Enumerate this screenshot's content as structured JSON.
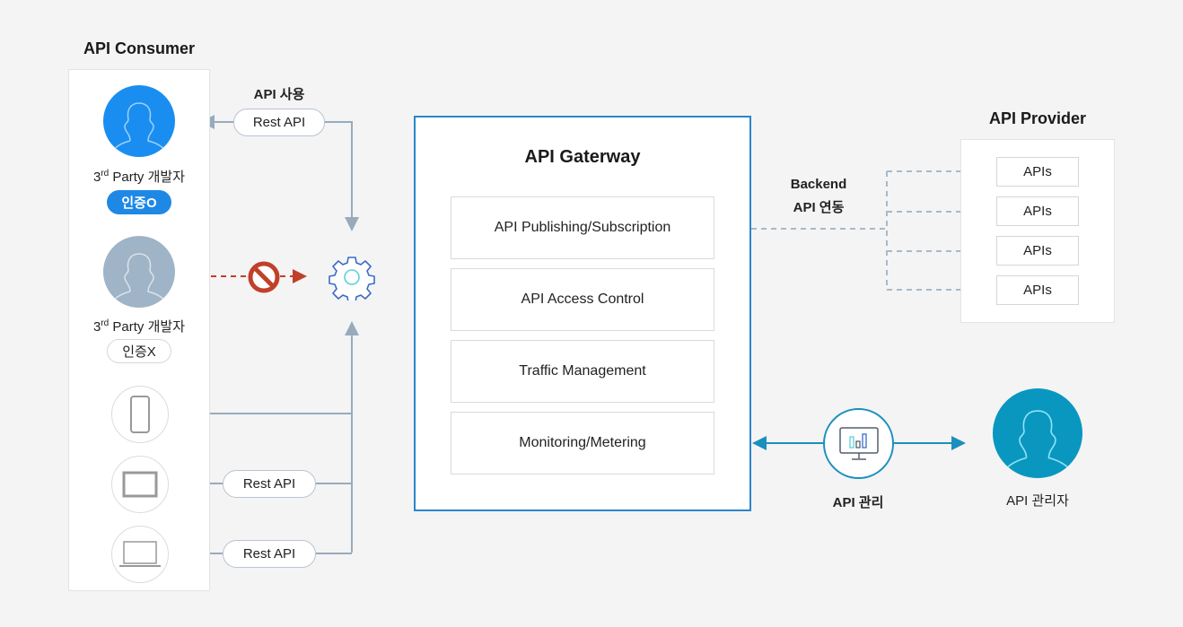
{
  "consumer": {
    "title": "API Consumer",
    "api_usage_label": "API 사용",
    "rest_api_label": "Rest API",
    "users": [
      {
        "prefix": "3",
        "sup": "rd",
        "role": "Party 개발자",
        "badge": "인증O",
        "authenticated": true,
        "color": "#1a8ef0"
      },
      {
        "prefix": "3",
        "sup": "rd",
        "role": "Party 개발자",
        "badge": "인증X",
        "authenticated": false,
        "color": "#9fb4c6"
      }
    ],
    "devices": [
      {
        "icon": "smartphone-icon",
        "pill": null
      },
      {
        "icon": "tablet-icon",
        "pill": "Rest API"
      },
      {
        "icon": "laptop-icon",
        "pill": "Rest API"
      }
    ]
  },
  "gateway": {
    "title": "API Gaterway",
    "items": [
      "API Publishing/Subscription",
      "API Access Control",
      "Traffic Management",
      "Monitoring/Metering"
    ],
    "border_color": "#2a86c8"
  },
  "backend": {
    "label_line1": "Backend",
    "label_line2": "API 연동"
  },
  "provider": {
    "title": "API Provider",
    "apis": [
      "APIs",
      "APIs",
      "APIs",
      "APIs"
    ]
  },
  "management": {
    "label": "API 관리",
    "admin_label": "API 관리자",
    "accent_color": "#1b8fbd",
    "admin_color": "#0997c0"
  },
  "colors": {
    "connector": "#97abbd",
    "blocked": "#c0402a",
    "background": "#f4f4f4"
  }
}
